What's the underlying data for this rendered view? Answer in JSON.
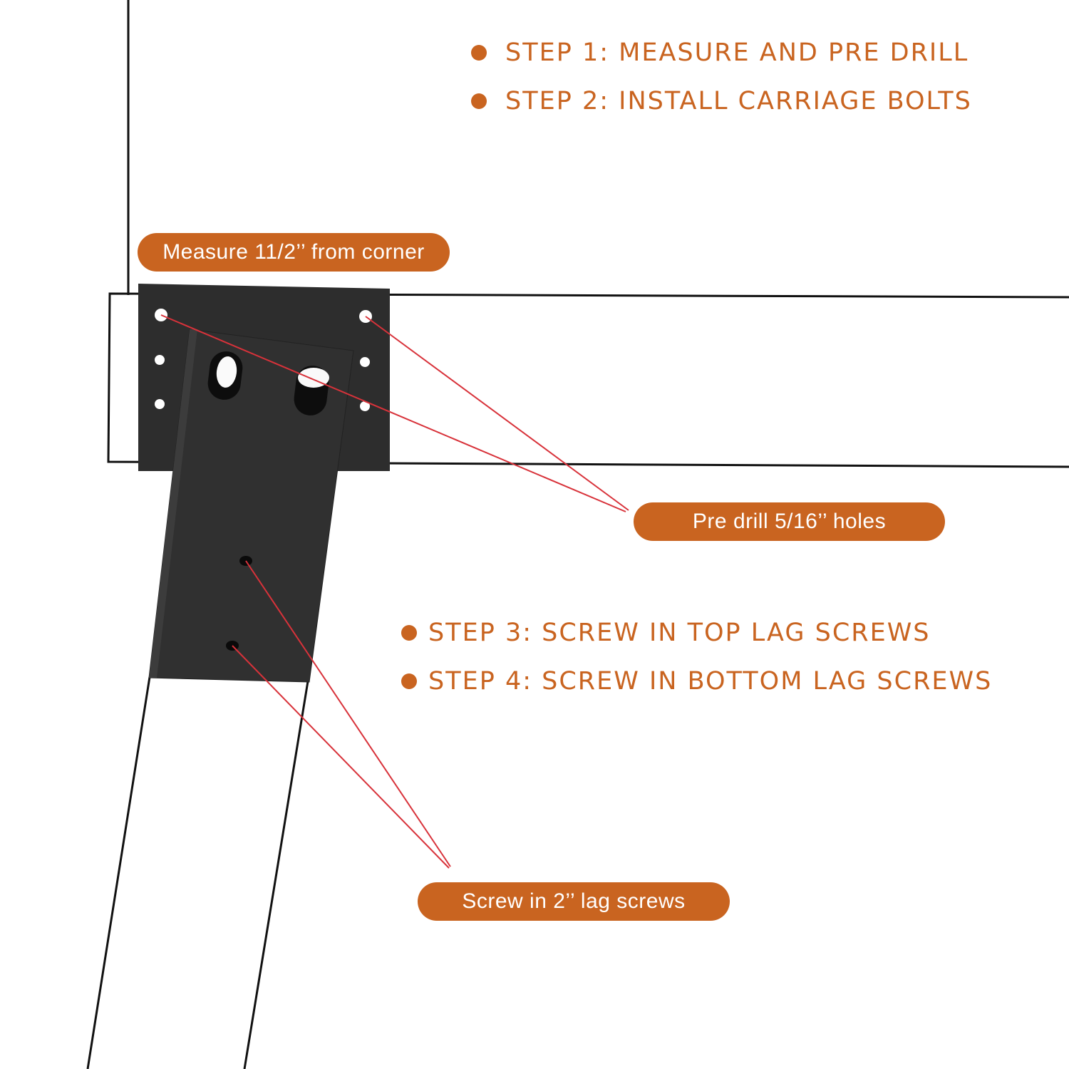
{
  "steps_top": [
    {
      "label": "STEP 1: MEASURE AND PRE DRILL"
    },
    {
      "label": "STEP 2: INSTALL CARRIAGE BOLTS"
    }
  ],
  "steps_bottom": [
    {
      "label": "STEP 3: SCREW IN TOP LAG SCREWS"
    },
    {
      "label": "STEP 4: SCREW IN BOTTOM LAG SCREWS"
    }
  ],
  "callouts": {
    "measure": "Measure 11/2’’ from corner",
    "drill": "Pre drill 5/16’’ holes",
    "screw": "Screw in 2’’ lag screws"
  },
  "colors": {
    "accent": "#c96420",
    "bracket": "#2b2b2b",
    "leader": "#d8323a",
    "outline": "#111111"
  }
}
